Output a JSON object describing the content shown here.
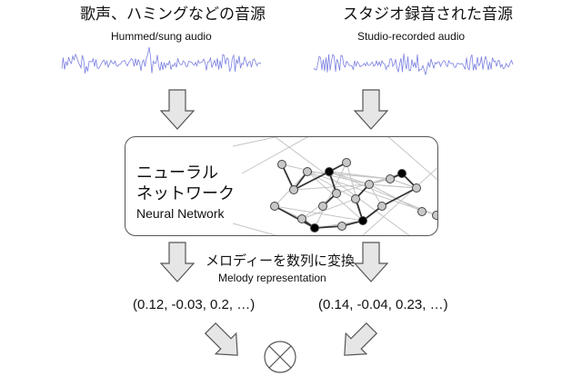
{
  "inputs": {
    "left": {
      "title_jp": "歌声、ハミングなどの音源",
      "subtitle_en": "Hummed/sung audio"
    },
    "right": {
      "title_jp": "スタジオ録音された音源",
      "subtitle_en": "Studio-recorded audio"
    }
  },
  "network": {
    "title_jp_line1": "ニューラル",
    "title_jp_line2": "ネットワーク",
    "title_en": "Neural Network"
  },
  "representation": {
    "title_jp": "メロディーを数列に変換",
    "title_en": "Melody representation"
  },
  "vectors": {
    "left": "(0.12, -0.03, 0.2, …)",
    "right": "(0.14, -0.04, 0.23, …)"
  },
  "colors": {
    "waveform": "#7a7fe0",
    "arrow_fill": "#e6e6e6",
    "arrow_stroke": "#555555",
    "node_fill": "#c8c8c8",
    "node_active": "#000000",
    "edge_light": "#c4c4c4",
    "edge_dark": "#333333"
  },
  "icons": {
    "combine": "circled-times-icon"
  }
}
